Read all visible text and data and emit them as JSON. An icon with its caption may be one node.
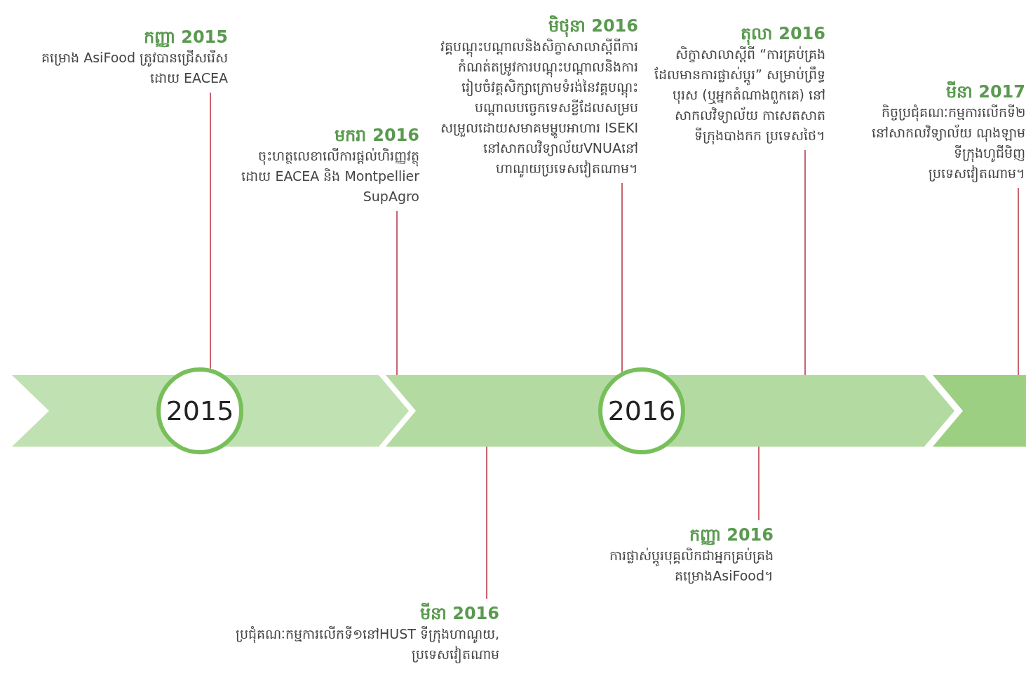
{
  "diagram": {
    "nodes": [
      {
        "text": [
          "កញ្ញា 2015",
          "គម្រោង AsiFood ត្រូវបានជ្រើសរើសដោយ EACEA"
        ]
      },
      {
        "text": [
          "មករា 2016",
          "ចុះហត្ថលេខាលើការផ្ដល់ហិរញ្ញវត្ថុដោយ EACEA និង Montpellier SupAgro"
        ]
      },
      {
        "text": [
          "មិថុនា 2016",
          "វគ្គបណ្ដុះបណ្ដាលនិងសិក្ខាសាលាស្ដីពីការកំណត់តម្រូវការបណ្ដុះបណ្ដាលនិងការរៀបចំវគ្គសិក្សាក្រោមទំរង់នៃវគ្គបណ្ដុះបណ្ដាលបច្ចេកទេសខ្លីដែលសម្របសម្រួលដោយសមាគមម្ហូបអាហារ ISEKI នៅសាកលវិទ្យាល័យVNUAនៅហាណូយប្រទេសវៀតណាម។"
        ]
      },
      {
        "text": [
          "តុលា 2016",
          "សិក្ខាសាលាស្ដីពី “ការគ្រប់គ្រងដែលមានការផ្លាស់ប្ដូរ” សម្រាប់ព្រឹទ្ធបុរស (ឬអ្នកតំណាងពួកគេ) នៅសាកលវិទ្យាល័យ កាសេតសាត ទីក្រុងបាងកក ប្រទេសថៃ។"
        ]
      },
      {
        "text": [
          "មីនា 2017",
          "កិច្ចប្រជុំគណៈកម្មការលើកទី២ នៅសាកលវិទ្យាល័យ ណុងឡាម ទីក្រុងហូជីមិញ ប្រទេសវៀតណាម។"
        ]
      },
      {
        "text": [],
        "shape": "chevron"
      },
      {
        "text": [
          "2015"
        ]
      },
      {
        "text": [],
        "shape": "chevron"
      },
      {
        "text": [
          "2016"
        ]
      },
      {
        "text": [],
        "shape": "chevron"
      },
      {
        "text": [
          "មីនា 2016",
          "ប្រជុំគណៈកម្មការលើកទី១នៅHUST ទីក្រុងហាណូយ, ប្រទេសវៀតណាម"
        ]
      },
      {
        "text": [
          "កញ្ញា 2016",
          "ការផ្លាស់ប្ដូរបុគ្គលិកជាអ្នកគ្រប់គ្រងគម្រោងAsiFood។"
        ]
      }
    ],
    "edges": [
      {
        "from": 0,
        "to": 6,
        "arrow": "none"
      },
      {
        "from": 1,
        "to": 7,
        "arrow": "none"
      },
      {
        "from": 2,
        "to": 8,
        "arrow": "none"
      },
      {
        "from": 3,
        "to": 7,
        "arrow": "none"
      },
      {
        "from": 4,
        "to": 9,
        "arrow": "none"
      },
      {
        "from": 10,
        "to": 7,
        "arrow": "none"
      },
      {
        "from": 11,
        "to": 7,
        "arrow": "none"
      }
    ]
  }
}
